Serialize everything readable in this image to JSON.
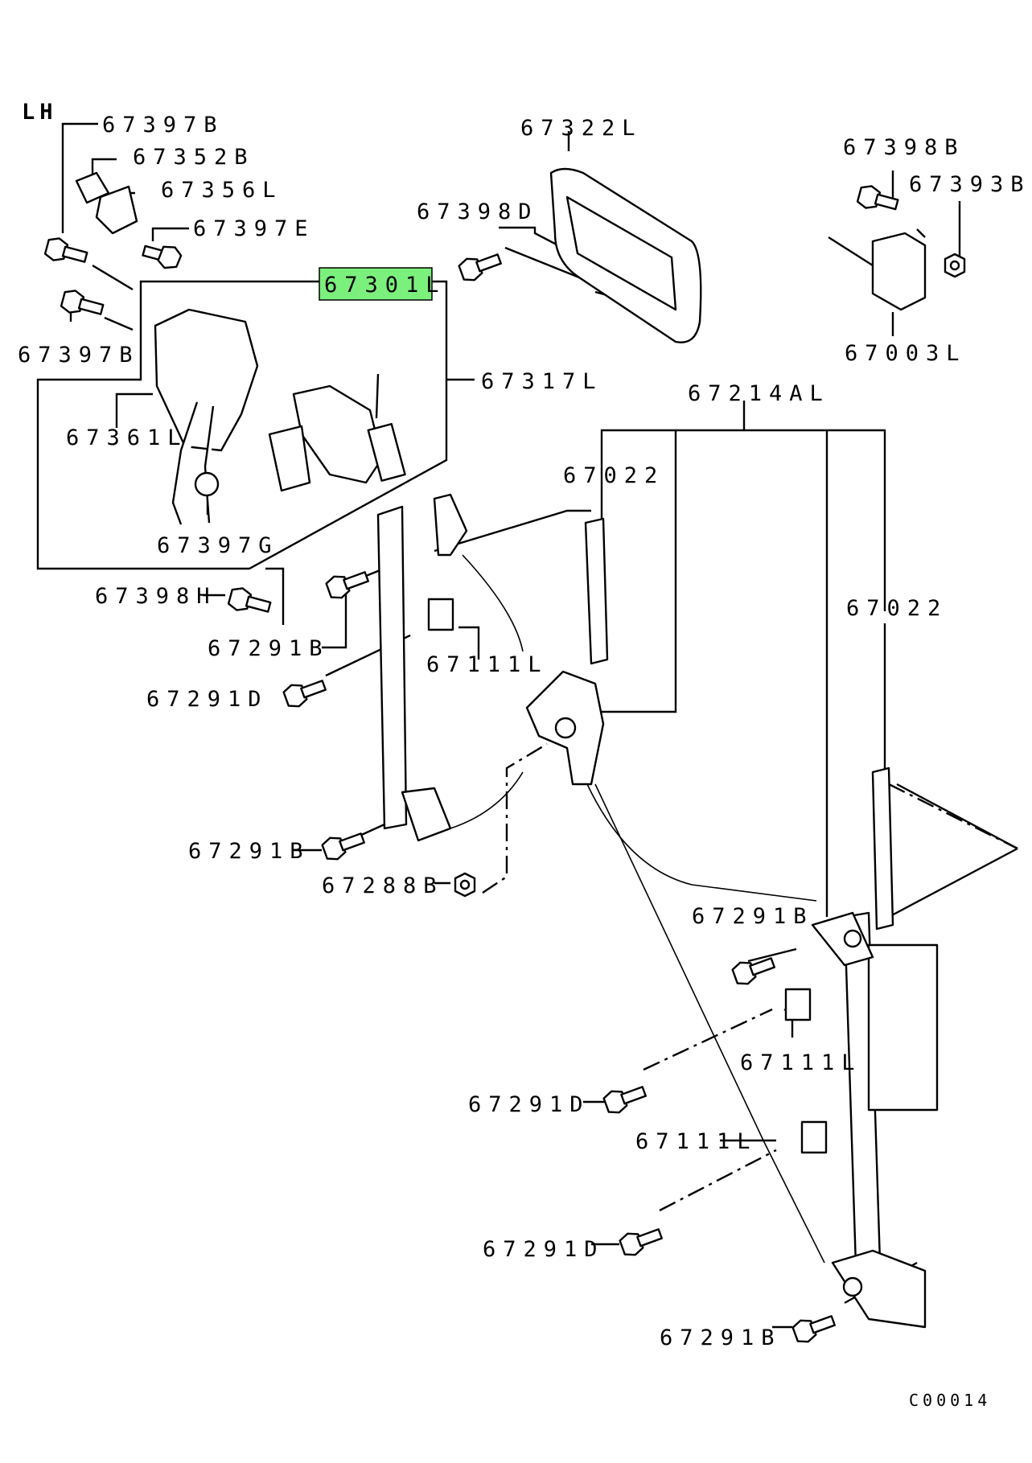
{
  "diagram": {
    "side_label": "LH",
    "highlighted_part": "67301L",
    "highlight_color": "#7cf07c",
    "figure_code": "C00014",
    "part_labels": [
      "67397B",
      "67352B",
      "67356L",
      "67397E",
      "67397B",
      "67361L",
      "67301L",
      "67317L",
      "67397G",
      "67398H",
      "67291B",
      "67291D",
      "67111L",
      "67022",
      "67214AL",
      "67022",
      "67322L",
      "67398D",
      "67398B",
      "67393B",
      "67003L",
      "67291B",
      "67288B",
      "67291B",
      "67111L",
      "67291D",
      "67111L",
      "67291D",
      "67291B"
    ]
  }
}
